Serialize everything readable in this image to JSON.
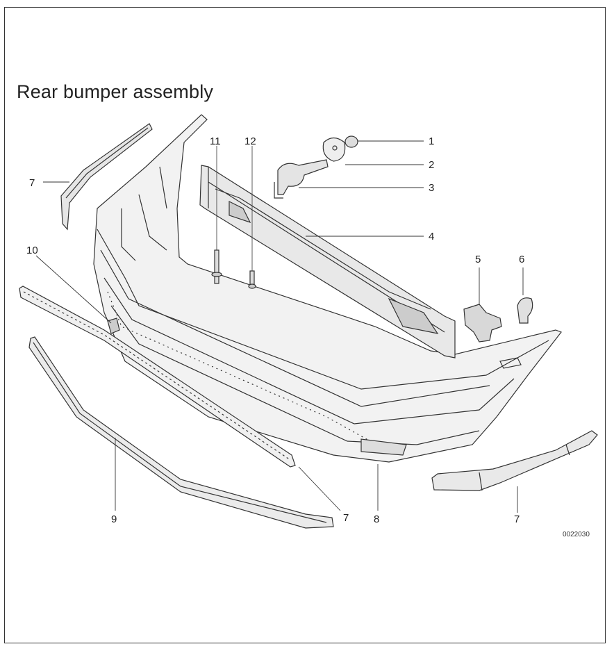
{
  "title": "Rear bumper assembly",
  "drawing_code": "0022030",
  "callouts": {
    "c1": "1",
    "c2": "2",
    "c3": "3",
    "c4": "4",
    "c5": "5",
    "c6": "6",
    "c7_upper_left": "7",
    "c7_center": "7",
    "c7_right": "7",
    "c8": "8",
    "c9": "9",
    "c10": "10",
    "c11": "11",
    "c12": "12"
  },
  "colors": {
    "line": "#333333",
    "fill_light": "#ececec",
    "fill_mid": "#d8d8d8"
  }
}
